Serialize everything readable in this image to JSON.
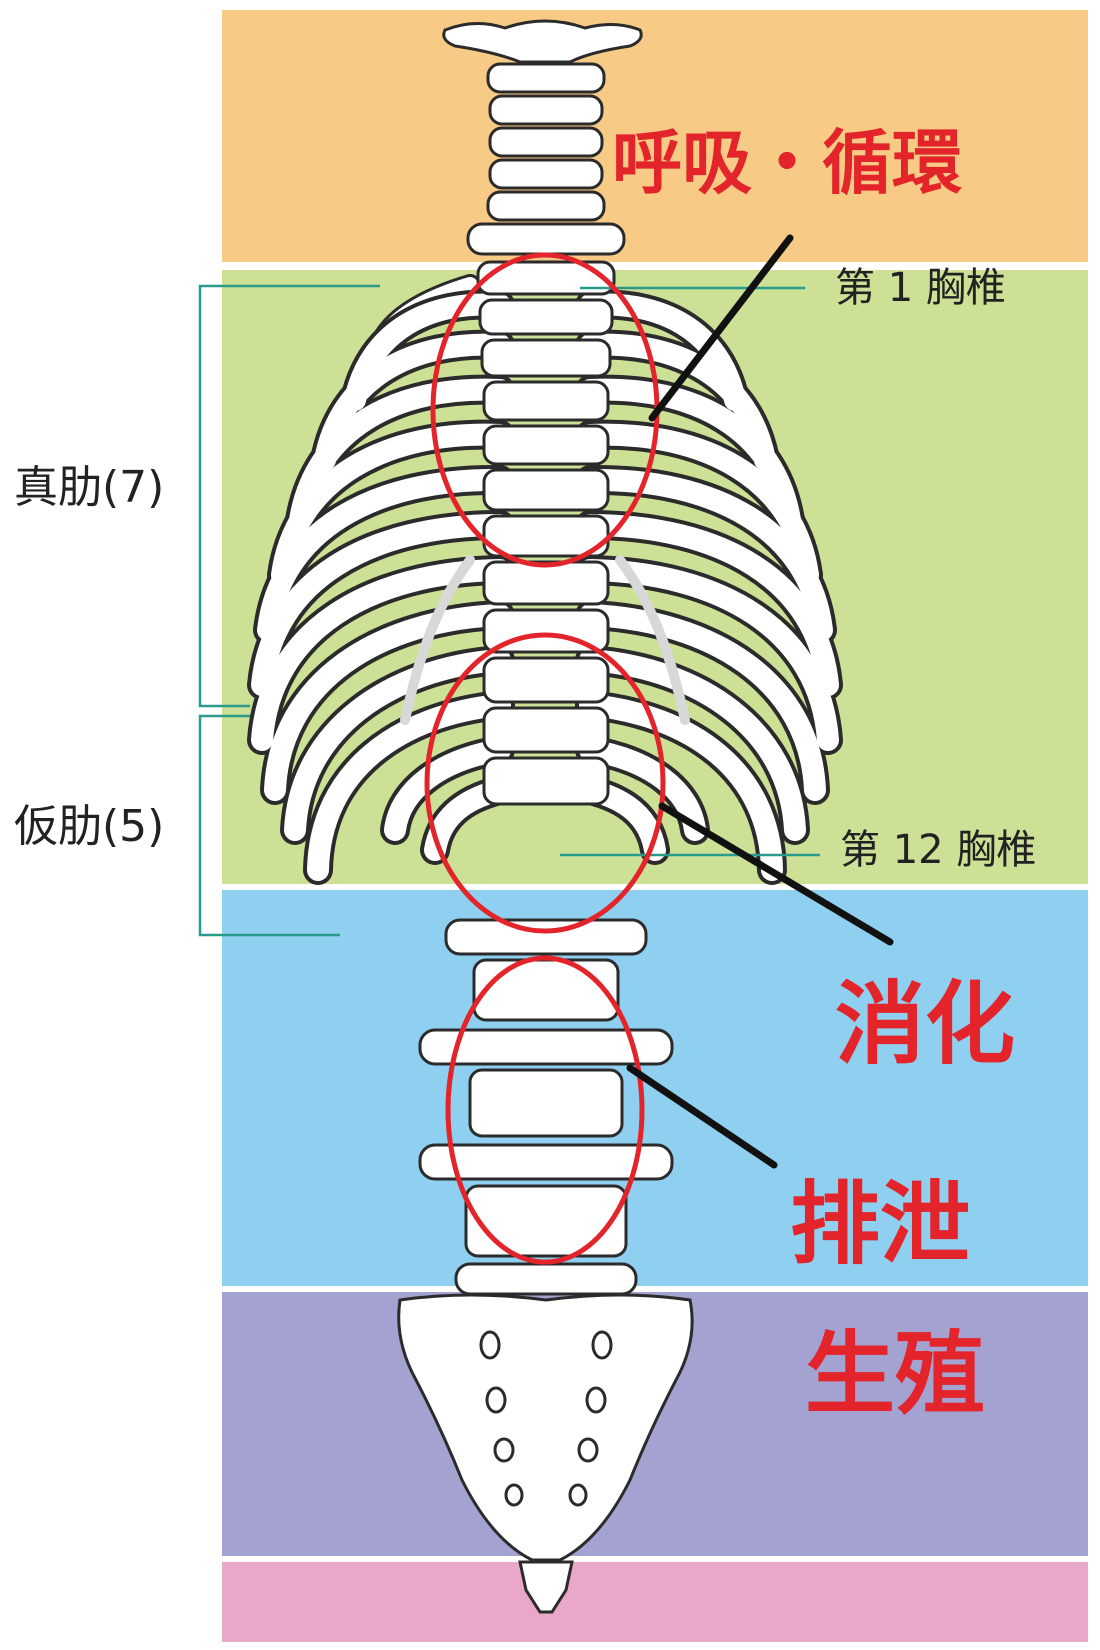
{
  "regions": [
    {
      "id": "cervical",
      "function_label": "呼吸・循環",
      "color": "#f7cb86"
    },
    {
      "id": "thoracic",
      "function_label": "消化",
      "color": "#cde196"
    },
    {
      "id": "lumbar",
      "function_label": "排泄",
      "color": "#8fd0f1"
    },
    {
      "id": "sacral",
      "function_label": "生殖",
      "color": "#a3a2d0"
    },
    {
      "id": "coccyx",
      "color": "#e9a8c9"
    }
  ],
  "anatomy_labels": {
    "t1": "第 1 胸椎",
    "t12": "第 12 胸椎",
    "true_ribs": "真肋(7)",
    "false_ribs": "仮肋(5)"
  },
  "colors": {
    "highlight_ellipse": "#e3242b",
    "leader_line": "#111111",
    "bracket": "#2a9a8a",
    "bone_fill": "#ffffff",
    "bone_outline": "#2b2b2b",
    "bone_shadow": "#d8d8d8"
  }
}
